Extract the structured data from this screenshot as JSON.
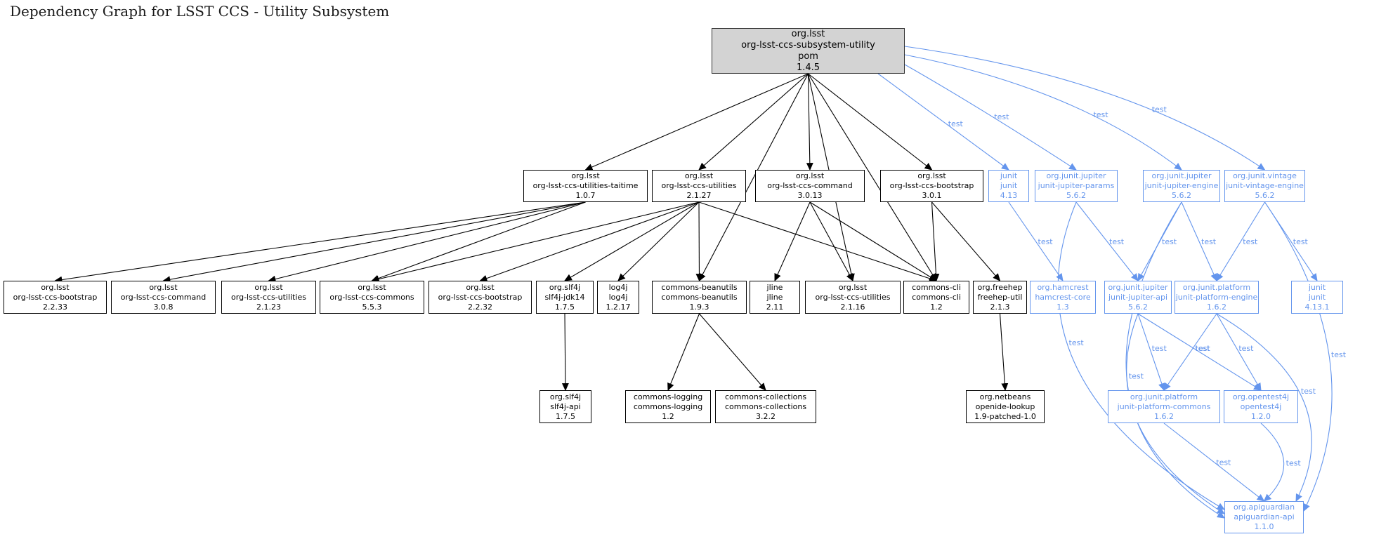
{
  "title": "Dependency Graph for LSST CCS - Utility Subsystem",
  "colors": {
    "accent_blue": "#6495ED",
    "root_fill": "#d3d3d3",
    "edge_black": "#000000"
  },
  "graph": {
    "nodes": [
      {
        "id": "pom",
        "kind": "root",
        "lines": [
          "org.lsst",
          "org-lsst-ccs-subsystem-utility",
          "pom",
          "1.4.5"
        ]
      },
      {
        "id": "taitime",
        "kind": "plain",
        "lines": [
          "org.lsst",
          "org-lsst-ccs-utilities-taitime",
          "1.0.7"
        ]
      },
      {
        "id": "util2127",
        "kind": "plain",
        "lines": [
          "org.lsst",
          "org-lsst-ccs-utilities",
          "2.1.27"
        ]
      },
      {
        "id": "cmd3013",
        "kind": "plain",
        "lines": [
          "org.lsst",
          "org-lsst-ccs-command",
          "3.0.13"
        ]
      },
      {
        "id": "boot301",
        "kind": "plain",
        "lines": [
          "org.lsst",
          "org-lsst-ccs-bootstrap",
          "3.0.1"
        ]
      },
      {
        "id": "junit413",
        "kind": "test",
        "lines": [
          "junit",
          "junit",
          "4.13"
        ]
      },
      {
        "id": "params",
        "kind": "test",
        "lines": [
          "org.junit.jupiter",
          "junit-jupiter-params",
          "5.6.2"
        ]
      },
      {
        "id": "engine",
        "kind": "test",
        "lines": [
          "org.junit.jupiter",
          "junit-jupiter-engine",
          "5.6.2"
        ]
      },
      {
        "id": "vintage",
        "kind": "test",
        "lines": [
          "org.junit.vintage",
          "junit-vintage-engine",
          "5.6.2"
        ]
      },
      {
        "id": "boot2233",
        "kind": "plain",
        "lines": [
          "org.lsst",
          "org-lsst-ccs-bootstrap",
          "2.2.33"
        ]
      },
      {
        "id": "cmd308",
        "kind": "plain",
        "lines": [
          "org.lsst",
          "org-lsst-ccs-command",
          "3.0.8"
        ]
      },
      {
        "id": "util2123",
        "kind": "plain",
        "lines": [
          "org.lsst",
          "org-lsst-ccs-utilities",
          "2.1.23"
        ]
      },
      {
        "id": "commons553",
        "kind": "plain",
        "lines": [
          "org.lsst",
          "org-lsst-ccs-commons",
          "5.5.3"
        ]
      },
      {
        "id": "boot2232",
        "kind": "plain",
        "lines": [
          "org.lsst",
          "org-lsst-ccs-bootstrap",
          "2.2.32"
        ]
      },
      {
        "id": "slf4jjdk14",
        "kind": "plain",
        "lines": [
          "org.slf4j",
          "slf4j-jdk14",
          "1.7.5"
        ]
      },
      {
        "id": "log4j",
        "kind": "plain",
        "lines": [
          "log4j",
          "log4j",
          "1.2.17"
        ]
      },
      {
        "id": "beanutils",
        "kind": "plain",
        "lines": [
          "commons-beanutils",
          "commons-beanutils",
          "1.9.3"
        ]
      },
      {
        "id": "jline",
        "kind": "plain",
        "lines": [
          "jline",
          "jline",
          "2.11"
        ]
      },
      {
        "id": "util2116",
        "kind": "plain",
        "lines": [
          "org.lsst",
          "org-lsst-ccs-utilities",
          "2.1.16"
        ]
      },
      {
        "id": "commonscli",
        "kind": "plain",
        "lines": [
          "commons-cli",
          "commons-cli",
          "1.2"
        ]
      },
      {
        "id": "freehep",
        "kind": "plain",
        "lines": [
          "org.freehep",
          "freehep-util",
          "2.1.3"
        ]
      },
      {
        "id": "hamcrest",
        "kind": "test",
        "lines": [
          "org.hamcrest",
          "hamcrest-core",
          "1.3"
        ]
      },
      {
        "id": "jupiterapi",
        "kind": "test",
        "lines": [
          "org.junit.jupiter",
          "junit-jupiter-api",
          "5.6.2"
        ]
      },
      {
        "id": "platformengine",
        "kind": "test",
        "lines": [
          "org.junit.platform",
          "junit-platform-engine",
          "1.6.2"
        ]
      },
      {
        "id": "junit4131",
        "kind": "test",
        "lines": [
          "junit",
          "junit",
          "4.13.1"
        ]
      },
      {
        "id": "slf4japi",
        "kind": "plain",
        "lines": [
          "org.slf4j",
          "slf4j-api",
          "1.7.5"
        ]
      },
      {
        "id": "commonslogging",
        "kind": "plain",
        "lines": [
          "commons-logging",
          "commons-logging",
          "1.2"
        ]
      },
      {
        "id": "commonscollections",
        "kind": "plain",
        "lines": [
          "commons-collections",
          "commons-collections",
          "3.2.2"
        ]
      },
      {
        "id": "openide",
        "kind": "plain",
        "lines": [
          "org.netbeans",
          "openide-lookup",
          "1.9-patched-1.0"
        ]
      },
      {
        "id": "platformcommons",
        "kind": "test",
        "lines": [
          "org.junit.platform",
          "junit-platform-commons",
          "1.6.2"
        ]
      },
      {
        "id": "opentest4j",
        "kind": "test",
        "lines": [
          "org.opentest4j",
          "opentest4j",
          "1.2.0"
        ]
      },
      {
        "id": "apiguardian",
        "kind": "test",
        "lines": [
          "org.apiguardian",
          "apiguardian-api",
          "1.1.0"
        ]
      }
    ],
    "edges": [
      {
        "from": "pom",
        "to": "taitime",
        "type": "compile"
      },
      {
        "from": "pom",
        "to": "util2127",
        "type": "compile"
      },
      {
        "from": "pom",
        "to": "cmd3013",
        "type": "compile"
      },
      {
        "from": "pom",
        "to": "boot301",
        "type": "compile"
      },
      {
        "from": "pom",
        "to": "beanutils",
        "type": "compile"
      },
      {
        "from": "pom",
        "to": "util2116",
        "type": "compile"
      },
      {
        "from": "pom",
        "to": "commonscli",
        "type": "compile"
      },
      {
        "from": "taitime",
        "to": "boot2233",
        "type": "compile"
      },
      {
        "from": "taitime",
        "to": "cmd308",
        "type": "compile"
      },
      {
        "from": "taitime",
        "to": "util2123",
        "type": "compile"
      },
      {
        "from": "taitime",
        "to": "commons553",
        "type": "compile"
      },
      {
        "from": "util2127",
        "to": "commons553",
        "type": "compile"
      },
      {
        "from": "util2127",
        "to": "boot2232",
        "type": "compile"
      },
      {
        "from": "util2127",
        "to": "slf4jjdk14",
        "type": "compile"
      },
      {
        "from": "util2127",
        "to": "log4j",
        "type": "compile"
      },
      {
        "from": "util2127",
        "to": "beanutils",
        "type": "compile"
      },
      {
        "from": "util2127",
        "to": "commonscli",
        "type": "compile"
      },
      {
        "from": "cmd3013",
        "to": "jline",
        "type": "compile"
      },
      {
        "from": "cmd3013",
        "to": "util2116",
        "type": "compile"
      },
      {
        "from": "cmd3013",
        "to": "commonscli",
        "type": "compile"
      },
      {
        "from": "boot301",
        "to": "commonscli",
        "type": "compile"
      },
      {
        "from": "boot301",
        "to": "freehep",
        "type": "compile"
      },
      {
        "from": "slf4jjdk14",
        "to": "slf4japi",
        "type": "compile"
      },
      {
        "from": "beanutils",
        "to": "commonslogging",
        "type": "compile"
      },
      {
        "from": "beanutils",
        "to": "commonscollections",
        "type": "compile"
      },
      {
        "from": "freehep",
        "to": "openide",
        "type": "compile"
      },
      {
        "from": "pom",
        "to": "junit413",
        "type": "test",
        "label": "test"
      },
      {
        "from": "pom",
        "to": "params",
        "type": "test",
        "label": "test"
      },
      {
        "from": "pom",
        "to": "engine",
        "type": "test",
        "label": "test"
      },
      {
        "from": "pom",
        "to": "vintage",
        "type": "test",
        "label": "test"
      },
      {
        "from": "junit413",
        "to": "hamcrest",
        "type": "test",
        "label": "test"
      },
      {
        "from": "params",
        "to": "jupiterapi",
        "type": "test",
        "label": "test"
      },
      {
        "from": "engine",
        "to": "jupiterapi",
        "type": "test",
        "label": "test"
      },
      {
        "from": "engine",
        "to": "platformengine",
        "type": "test",
        "label": "test"
      },
      {
        "from": "vintage",
        "to": "platformengine",
        "type": "test",
        "label": "test"
      },
      {
        "from": "vintage",
        "to": "junit4131",
        "type": "test",
        "label": "test"
      },
      {
        "from": "jupiterapi",
        "to": "platformcommons",
        "type": "test",
        "label": "test"
      },
      {
        "from": "jupiterapi",
        "to": "opentest4j",
        "type": "test",
        "label": "test"
      },
      {
        "from": "jupiterapi",
        "to": "apiguardian",
        "type": "test",
        "label": "test"
      },
      {
        "from": "platformengine",
        "to": "platformcommons",
        "type": "test",
        "label": "test"
      },
      {
        "from": "platformengine",
        "to": "opentest4j",
        "type": "test",
        "label": "test"
      },
      {
        "from": "platformengine",
        "to": "apiguardian",
        "type": "test",
        "label": "test"
      },
      {
        "from": "params",
        "to": "apiguardian",
        "type": "test",
        "label": "test"
      },
      {
        "from": "engine",
        "to": "apiguardian",
        "type": "test",
        "label": "test"
      },
      {
        "from": "vintage",
        "to": "apiguardian",
        "type": "test",
        "label": "test"
      },
      {
        "from": "platformcommons",
        "to": "apiguardian",
        "type": "test",
        "label": "test"
      },
      {
        "from": "opentest4j",
        "to": "apiguardian",
        "type": "test",
        "label": "test"
      }
    ]
  }
}
